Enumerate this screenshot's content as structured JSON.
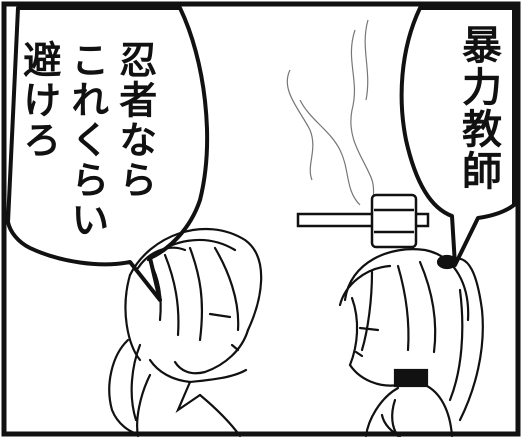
{
  "panel": {
    "left_bubble": {
      "lines": [
        "忍者なら",
        "これくらい",
        "避けろ"
      ]
    },
    "right_bubble": {
      "text": "暴力教師"
    }
  }
}
